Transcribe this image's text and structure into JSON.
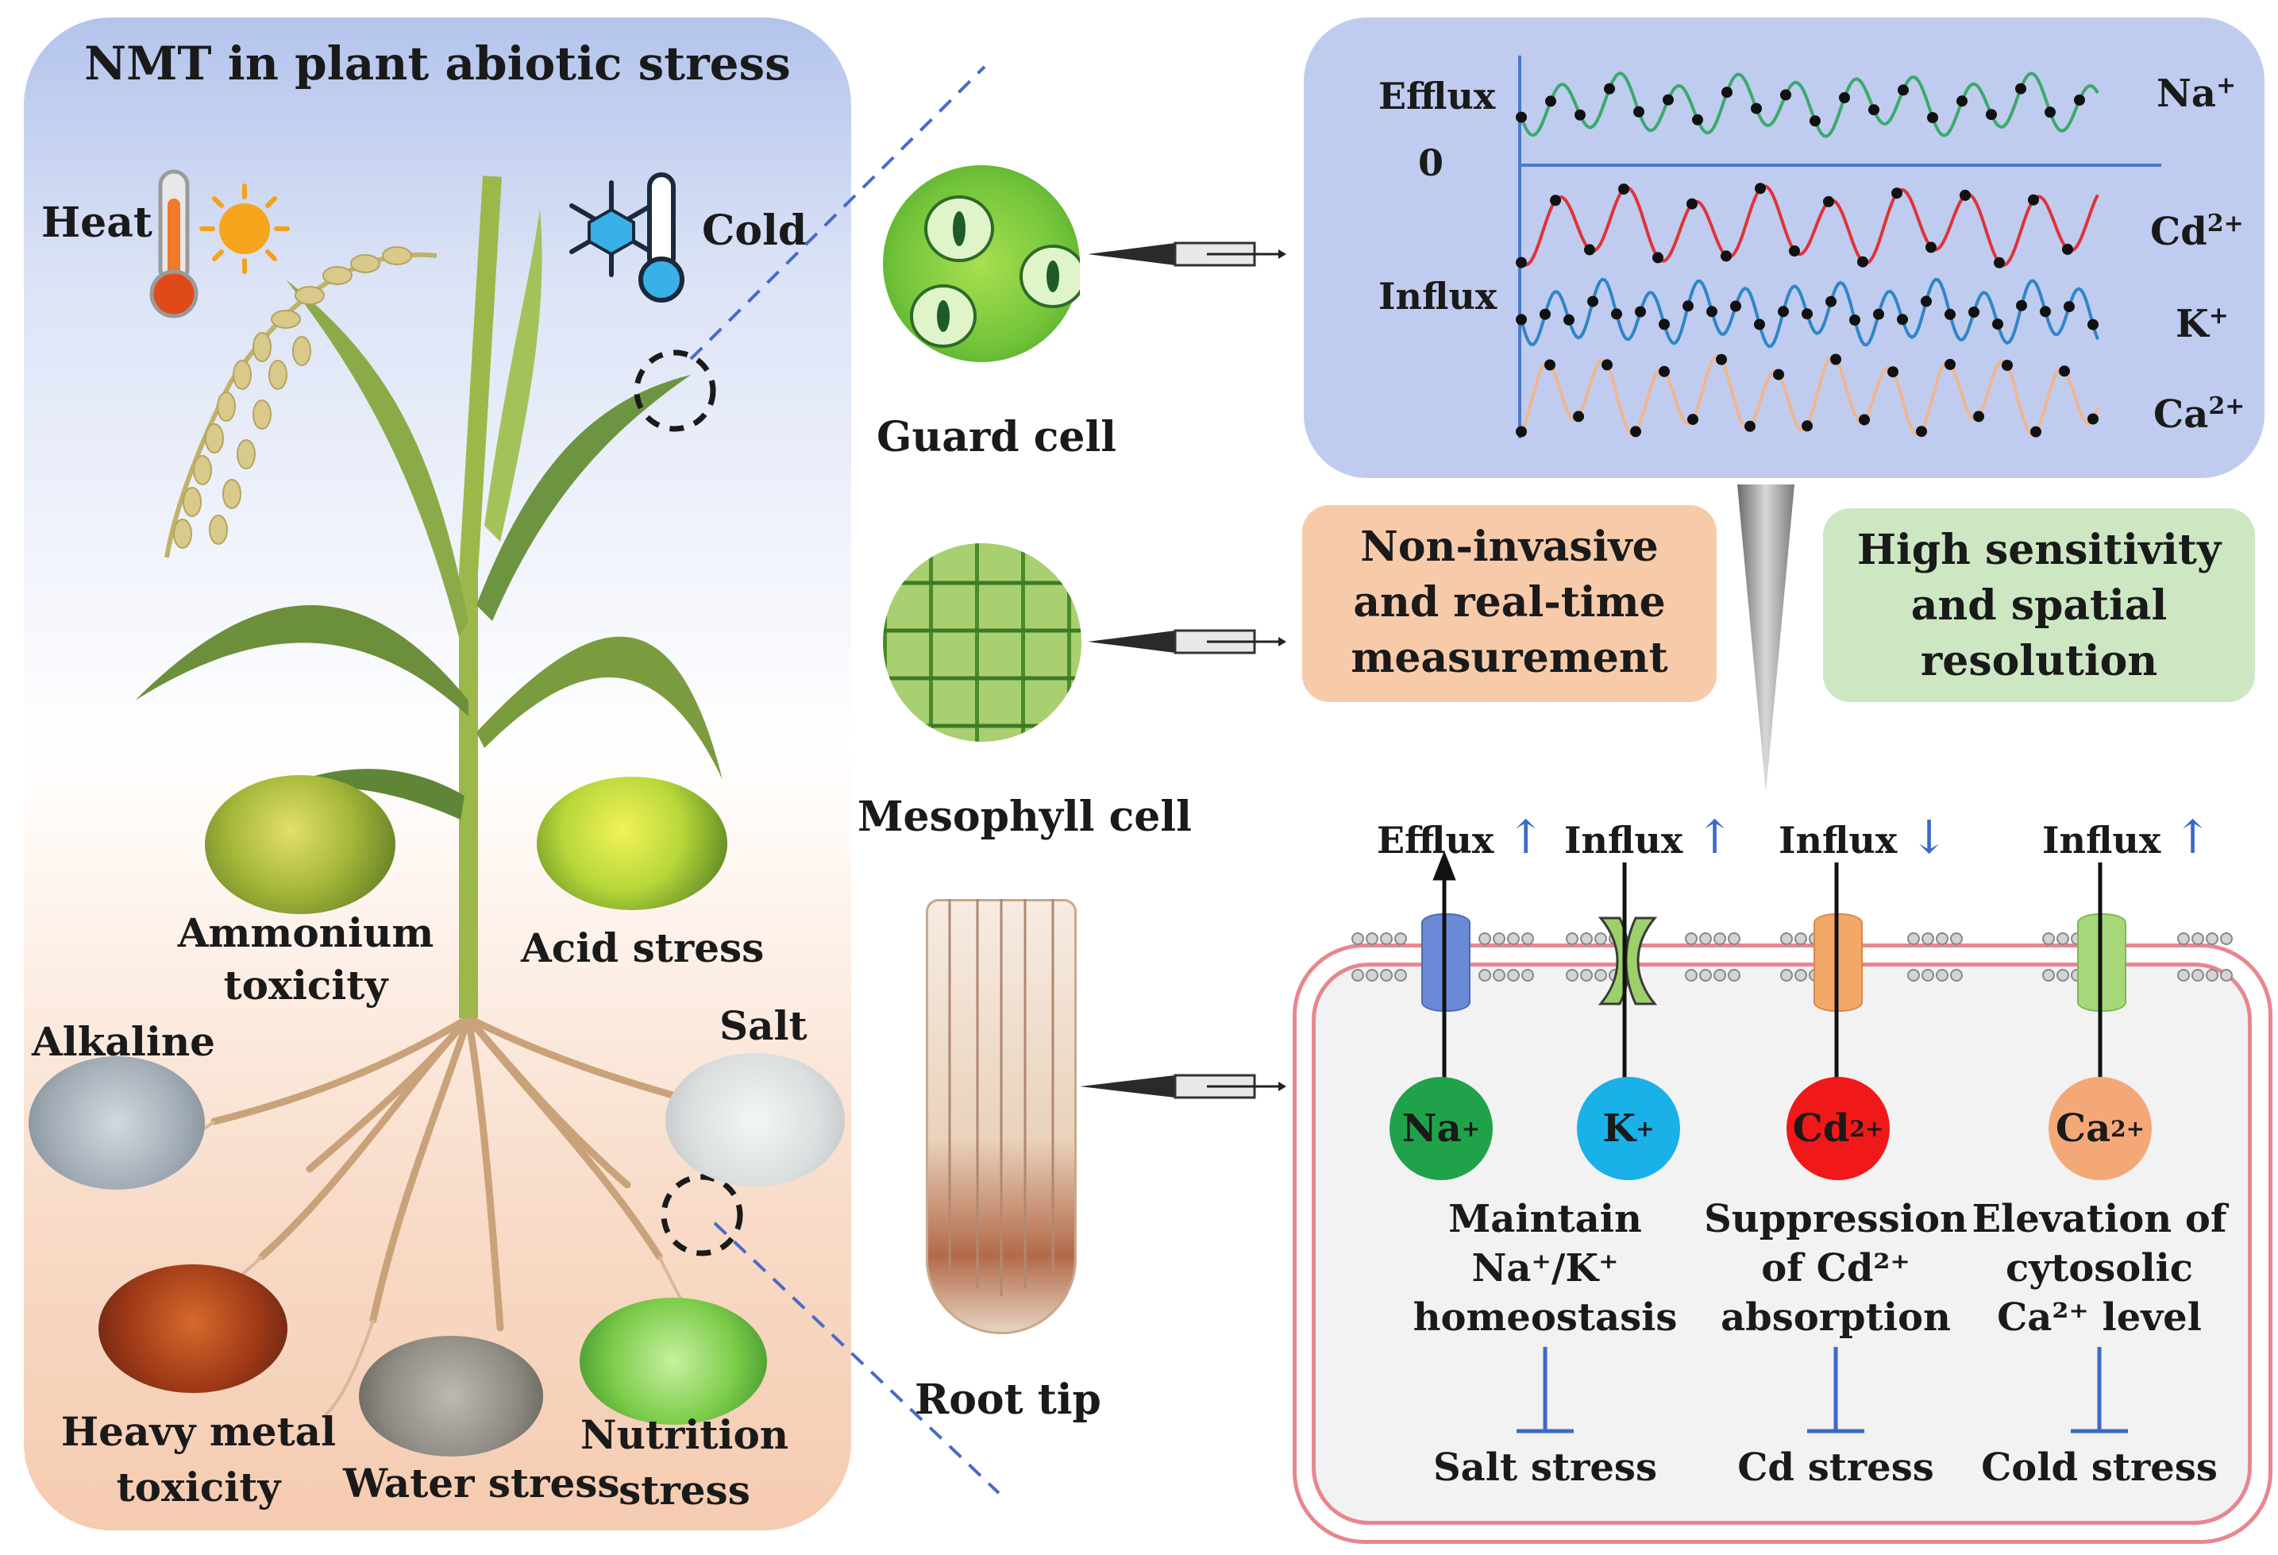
{
  "title": "NMT in plant abiotic stress",
  "top_stress": {
    "heat": "Heat",
    "cold": "Cold"
  },
  "stress_labels": {
    "ammonium": [
      "Ammonium",
      "toxicity"
    ],
    "acid": "Acid stress",
    "alkaline": "Alkaline",
    "salt": "Salt",
    "heavy_metal": [
      "Heavy metal",
      "toxicity"
    ],
    "water": "Water stress",
    "nutrition": [
      "Nutrition",
      "stress"
    ]
  },
  "cell_labels": {
    "guard": "Guard cell",
    "mesophyll": "Mesophyll cell",
    "root": "Root tip"
  },
  "flux_chart": {
    "efflux": "Efflux",
    "zero": "0",
    "influx": "Influx",
    "ions": {
      "na": "Na",
      "na_sup": "+",
      "cd": "Cd",
      "cd_sup": "2+",
      "k": "K",
      "k_sup": "+",
      "ca": "Ca",
      "ca_sup": "2+"
    },
    "colors": {
      "na": "#3aaa6a",
      "cd": "#e0323a",
      "k": "#2e86c8",
      "ca": "#f0b690"
    }
  },
  "features": {
    "orange": [
      "Non-invasive",
      "and real-time",
      "measurement"
    ],
    "green": [
      "High sensitivity",
      "and spatial",
      "resolution"
    ]
  },
  "channels": [
    {
      "dir": "Efflux",
      "ion": "Na",
      "sup": "+",
      "color": "#1fa24a",
      "effect": [
        "Maintain",
        "Na⁺/K⁺",
        "homeostasis"
      ],
      "stress": "Salt stress"
    },
    {
      "dir": "Influx",
      "ion": "K",
      "sup": "+",
      "color": "#1ab0e8"
    },
    {
      "dir": "Influx",
      "ion": "Cd",
      "sup": "2+",
      "color": "#f01818",
      "effect": [
        "Suppression",
        "of Cd²⁺",
        "absorption"
      ],
      "stress": "Cd stress"
    },
    {
      "dir": "Influx",
      "ion": "Ca",
      "sup": "2+",
      "color": "#f4a878",
      "effect": [
        "Elevation of",
        "cytosolic",
        "Ca²⁺ level"
      ],
      "stress": "Cold stress"
    }
  ],
  "arrows": {
    "up": "↑",
    "down": "↓"
  }
}
